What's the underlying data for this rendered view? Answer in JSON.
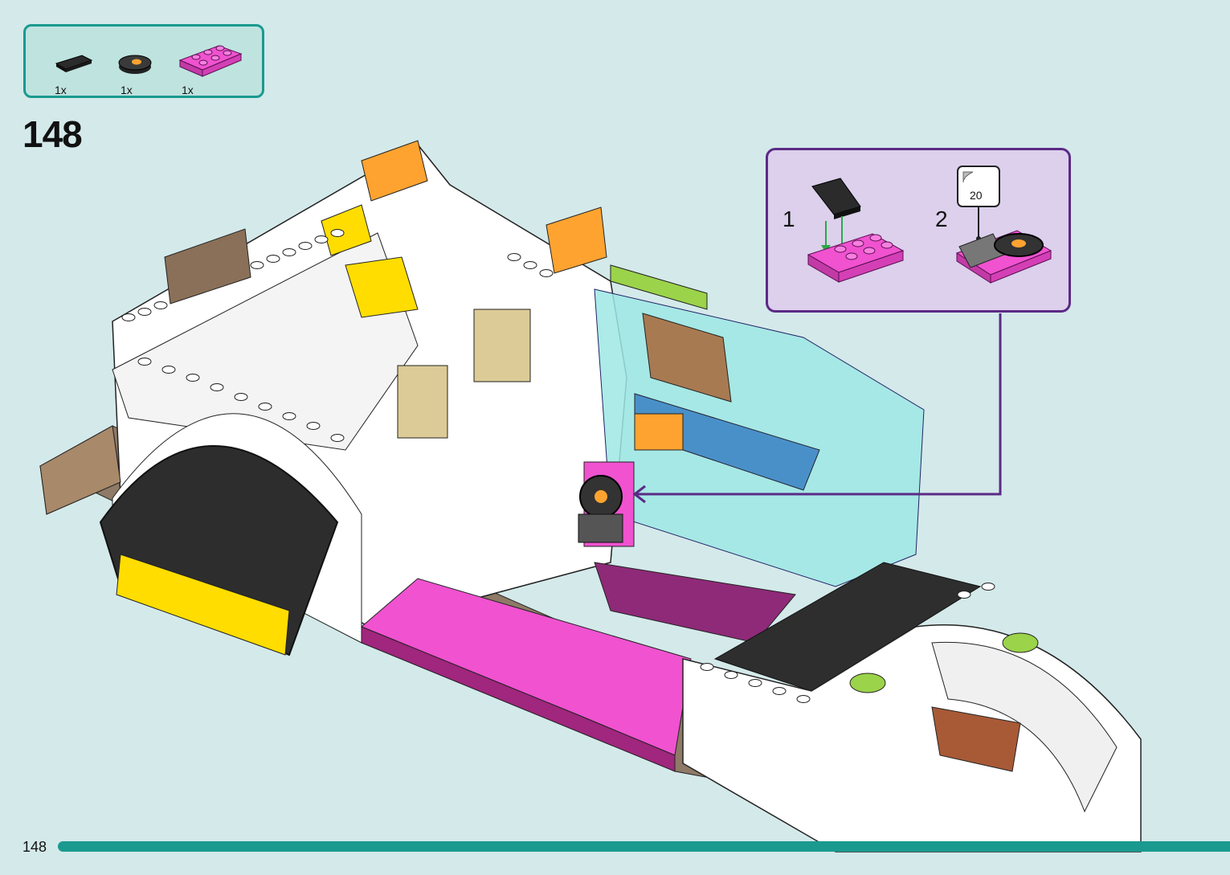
{
  "step": {
    "number": "148"
  },
  "parts_list": [
    {
      "name": "black-tile-icon",
      "quantity": "1x",
      "color": "#2b2b2b"
    },
    {
      "name": "record-tile-icon",
      "quantity": "1x",
      "color": "#333333"
    },
    {
      "name": "magenta-plate-icon",
      "quantity": "1x",
      "color": "#f052d0"
    }
  ],
  "callout": {
    "substeps": [
      {
        "number": "1"
      },
      {
        "number": "2"
      }
    ],
    "decoration_ref": "20"
  },
  "footer": {
    "page_number": "148"
  },
  "colors": {
    "teal_accent": "#1a9a8f",
    "callout_border": "#5b2a86",
    "magenta": "#f052d0",
    "yellow": "#ffdd00",
    "orange": "#ffa330",
    "trans_light_blue": "#9ee8e4",
    "lime": "#9bd34a",
    "tan": "#dccb96",
    "brown": "#a87a52"
  }
}
